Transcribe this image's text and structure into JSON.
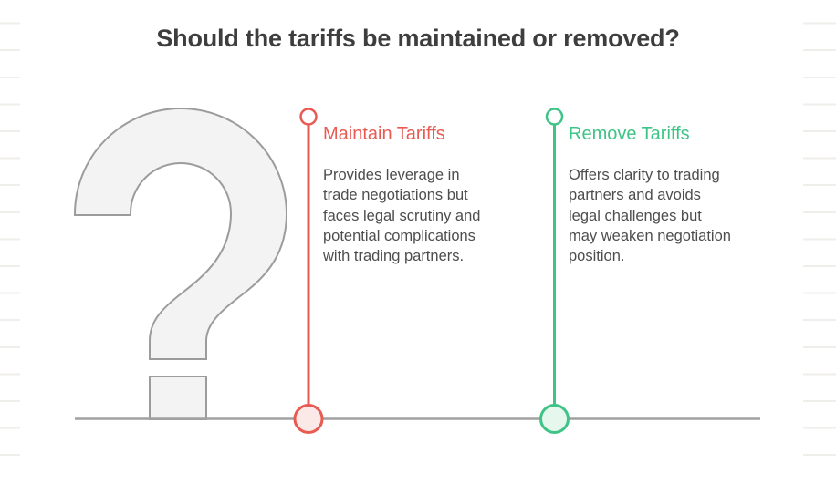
{
  "title": "Should the tariffs be maintained or removed?",
  "options": [
    {
      "label": "Maintain Tariffs",
      "description": "Provides leverage in trade negotiations but faces legal scrutiny and potential complications with trading partners.",
      "color": "#e85a52",
      "fill": "#fbe9e7"
    },
    {
      "label": "Remove Tariffs",
      "description": "Offers clarity to trading partners and avoids legal challenges but may weaken negotiation position.",
      "color": "#3fc487",
      "fill": "#e6f7ee"
    }
  ],
  "decoration": {
    "question_mark_icon": "question-mark",
    "question_mark_fill": "#f3f3f3",
    "question_mark_stroke": "#9c9c9c",
    "baseline_color": "#a1a1a1",
    "ruled_line_color": "#f0eeeb",
    "title_color": "#3e3e3e",
    "body_text_color": "#4d4d4d"
  }
}
